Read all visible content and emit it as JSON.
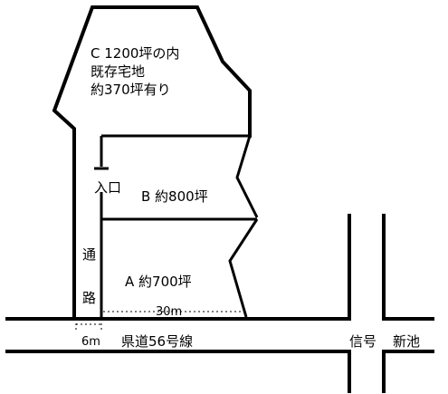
{
  "parcels": {
    "c_line1": "C 1200坪の内",
    "c_line2": "既存宅地",
    "c_line3": "約370坪有り",
    "b_label": "B 約800坪",
    "a_label": "A 約700坪"
  },
  "entrance_label": "入口",
  "access_road": {
    "char1": "通",
    "char2": "路",
    "width": "6m"
  },
  "frontage": "30m",
  "main_road": "県道56号線",
  "signal": "信号",
  "place": "新池"
}
